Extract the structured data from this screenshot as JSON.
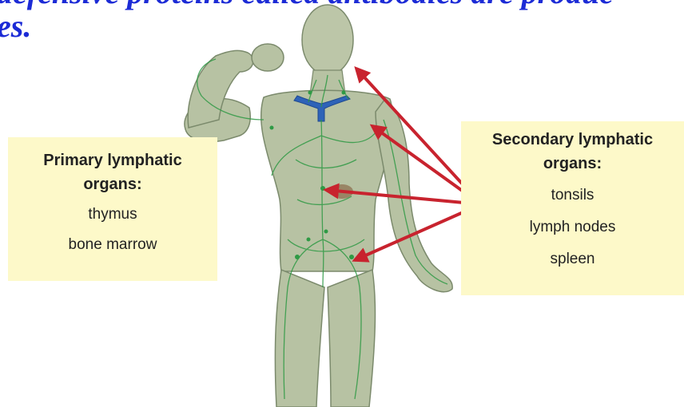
{
  "headline": {
    "line1": "defensive proteins called antibodies are produc",
    "line2": "es."
  },
  "primary_panel": {
    "title_line1": "Primary lymphatic",
    "title_line2": "organs:",
    "items": [
      "thymus",
      "bone marrow"
    ]
  },
  "secondary_panel": {
    "title_line1": "Secondary lymphatic",
    "title_line2": "organs:",
    "items": [
      "tonsils",
      "lymph nodes",
      "spleen"
    ]
  },
  "colors": {
    "headline": "#1c2bd6",
    "panel_background": "#fdf9c9",
    "arrow": "#c8232e",
    "vessel": "#2f9a45",
    "vein": "#2e63b8",
    "skin": "#b7c2a3"
  }
}
